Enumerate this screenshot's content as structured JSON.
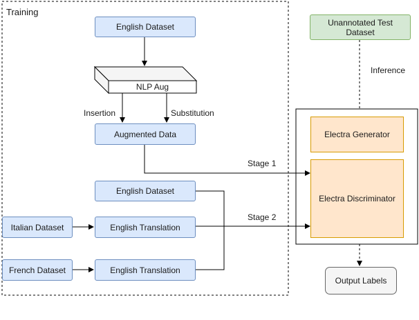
{
  "training_title": "Training",
  "nodes": {
    "english_dataset_top": "English Dataset",
    "nlp_aug": "NLP Aug",
    "augmented_data": "Augmented Data",
    "english_dataset_bottom": "English Dataset",
    "italian_dataset": "Italian Dataset",
    "english_translation_1": "English Translation",
    "french_dataset": "French Dataset",
    "english_translation_2": "English Translation",
    "unannotated_test_dataset": "Unannotated Test Dataset",
    "electra_generator": "Electra Generator",
    "electra_discriminator": "Electra Discriminator",
    "output_labels": "Output Labels"
  },
  "edge_labels": {
    "insertion": "Insertion",
    "substitution": "Substitution",
    "stage1": "Stage 1",
    "stage2": "Stage 2",
    "inference": "Inference"
  },
  "colors": {
    "blue_fill": "#dae8fc",
    "blue_stroke": "#6c8ebf",
    "green_fill": "#d5e8d4",
    "green_stroke": "#82b366",
    "orange_fill": "#ffe6cc",
    "orange_stroke": "#d79b00",
    "gray_fill": "#f5f5f5",
    "gray_stroke": "#666666"
  }
}
